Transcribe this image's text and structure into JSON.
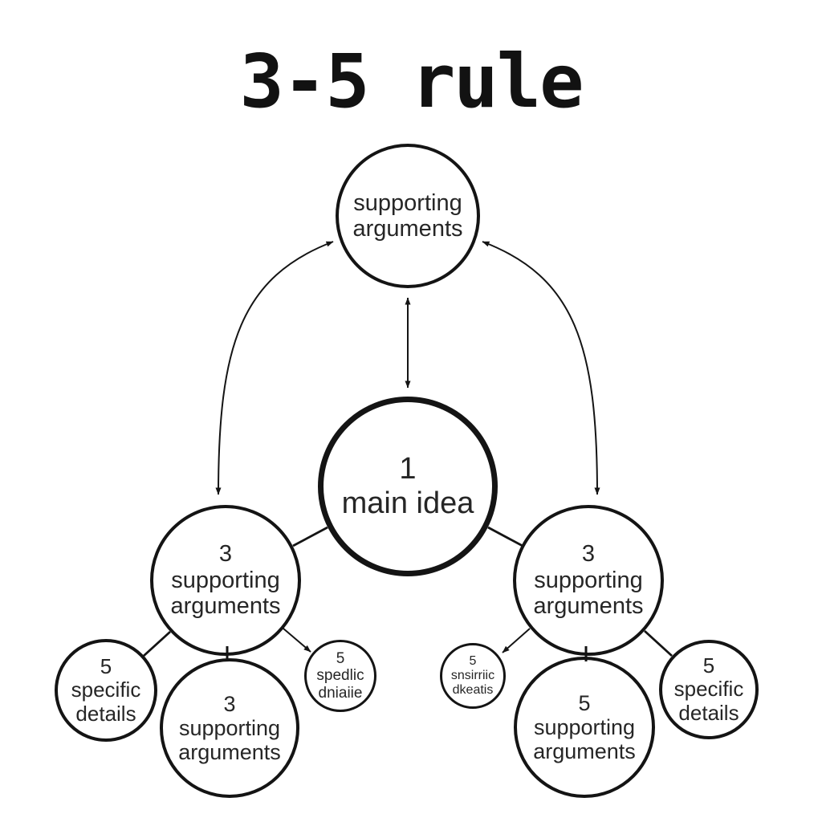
{
  "title": "3-5 rule",
  "diagram_type": "mind-map",
  "colors": {
    "background": "#ffffff",
    "stroke": "#141414",
    "text": "#262626"
  },
  "nodes": [
    {
      "id": "top-supporting-arguments",
      "lines": [
        "supporting",
        "arguments"
      ]
    },
    {
      "id": "main-idea",
      "lines": [
        "1",
        "main idea"
      ]
    },
    {
      "id": "left-supporting-arguments",
      "lines": [
        "3",
        "supporting",
        "arguments"
      ]
    },
    {
      "id": "right-supporting-arguments",
      "lines": [
        "3",
        "supporting",
        "arguments"
      ]
    },
    {
      "id": "far-left-specific-details",
      "lines": [
        "5",
        "specific",
        "details"
      ]
    },
    {
      "id": "bottom-left-supporting-arguments",
      "lines": [
        "3",
        "supporting",
        "arguments"
      ]
    },
    {
      "id": "small-left-specific-details-garbled",
      "lines": [
        "5",
        "spedlic",
        "dniaiie"
      ]
    },
    {
      "id": "small-right-specific-details-garbled",
      "lines": [
        "5",
        "snsirriic",
        "dkeatis"
      ]
    },
    {
      "id": "bottom-right-supporting-arguments",
      "lines": [
        "5",
        "supporting",
        "arguments"
      ]
    },
    {
      "id": "far-right-specific-details",
      "lines": [
        "5",
        "specific",
        "details"
      ]
    }
  ],
  "connections": [
    {
      "from": "main-idea",
      "to": "top-supporting-arguments",
      "style": "double-arrow-straight"
    },
    {
      "from": "left-supporting-arguments",
      "to": "top-supporting-arguments",
      "style": "double-arrow-curved"
    },
    {
      "from": "right-supporting-arguments",
      "to": "top-supporting-arguments",
      "style": "double-arrow-curved"
    },
    {
      "from": "main-idea",
      "to": "left-supporting-arguments",
      "style": "line"
    },
    {
      "from": "main-idea",
      "to": "right-supporting-arguments",
      "style": "line"
    },
    {
      "from": "left-supporting-arguments",
      "to": "far-left-specific-details",
      "style": "line"
    },
    {
      "from": "left-supporting-arguments",
      "to": "bottom-left-supporting-arguments",
      "style": "line"
    },
    {
      "from": "left-supporting-arguments",
      "to": "small-left-specific-details-garbled",
      "style": "arrow"
    },
    {
      "from": "right-supporting-arguments",
      "to": "small-right-specific-details-garbled",
      "style": "arrow"
    },
    {
      "from": "right-supporting-arguments",
      "to": "bottom-right-supporting-arguments",
      "style": "line"
    },
    {
      "from": "right-supporting-arguments",
      "to": "far-right-specific-details",
      "style": "line"
    }
  ]
}
